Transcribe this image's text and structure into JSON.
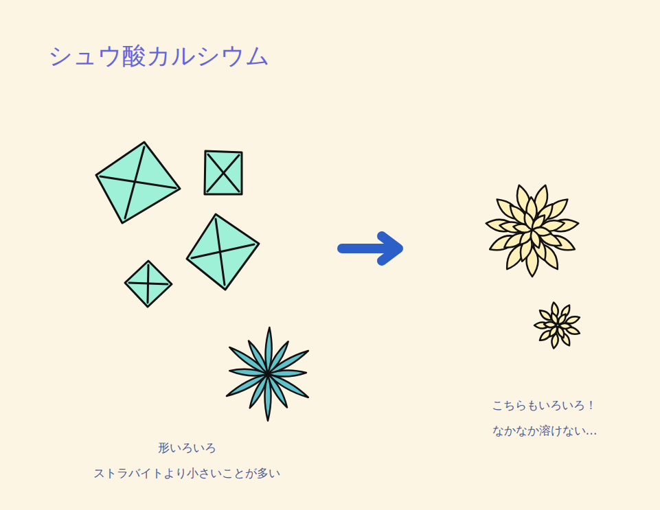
{
  "diagram": {
    "title": "シュウ酸カルシウム",
    "labels": [
      "形いろいろ",
      "ストラバイトより小さいことが多い",
      "こちらもいろいろ！",
      "なかなか溶けない…"
    ]
  }
}
